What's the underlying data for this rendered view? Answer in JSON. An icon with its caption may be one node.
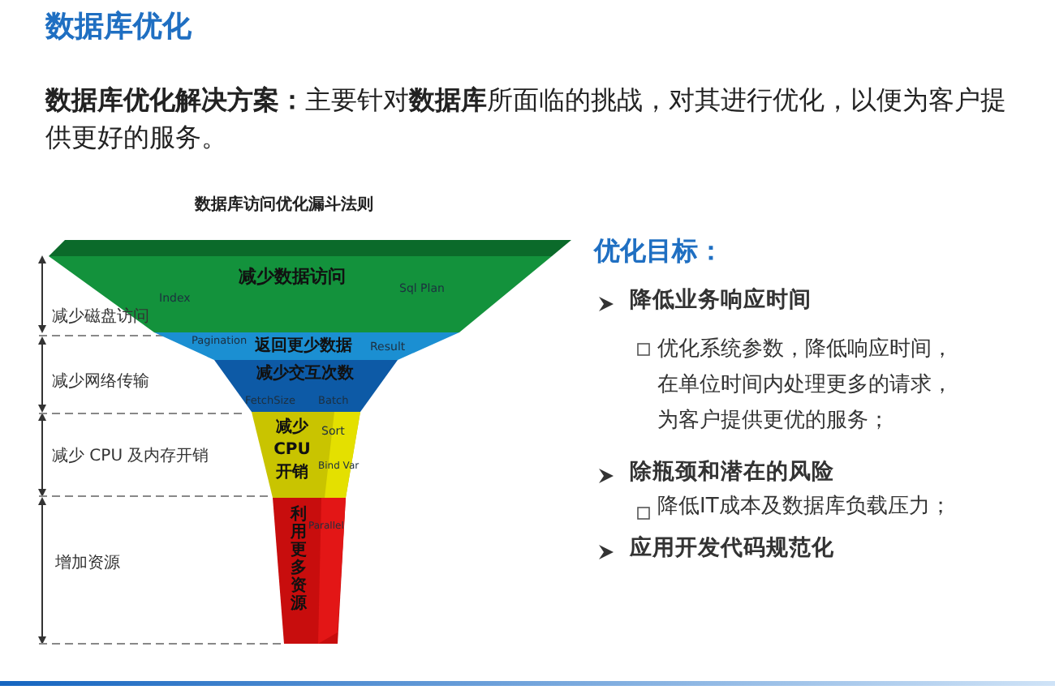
{
  "diagram": {
    "title": "数据库优化",
    "nodes": [
      {
        "text": [
          "减少数据访问",
          "Index",
          "Sql Plan"
        ]
      },
      {
        "text": [
          "Pagination",
          "返回更少数据",
          "Result"
        ]
      },
      {
        "text": [
          "减少交互次数",
          "FetchSize",
          "Batch"
        ]
      },
      {
        "text": [
          "减少 CPU 开销",
          "Sort",
          "Bind Var"
        ]
      },
      {
        "text": [
          "利用更多资源",
          "Parallel"
        ]
      }
    ],
    "labels": [
      "**数据库优化解决方案：**主要针对**数据库**所面临的挑战，对其进行优化，以便为客户提供更好的服务。",
      "数据库访问优化漏斗法则",
      "减少磁盘访问",
      "减少网络传输",
      "减少 CPU 及内存开销",
      "增加资源",
      "优化目标：",
      "降低业务响应时间",
      "优化系统参数，降低响应时间，在单位时间内处理更多的请求，为客户提供更优的服务；",
      "除瓶颈和潜在的风险",
      "降低IT成本及数据库负载压力；",
      "应用开发代码规范化"
    ]
  }
}
